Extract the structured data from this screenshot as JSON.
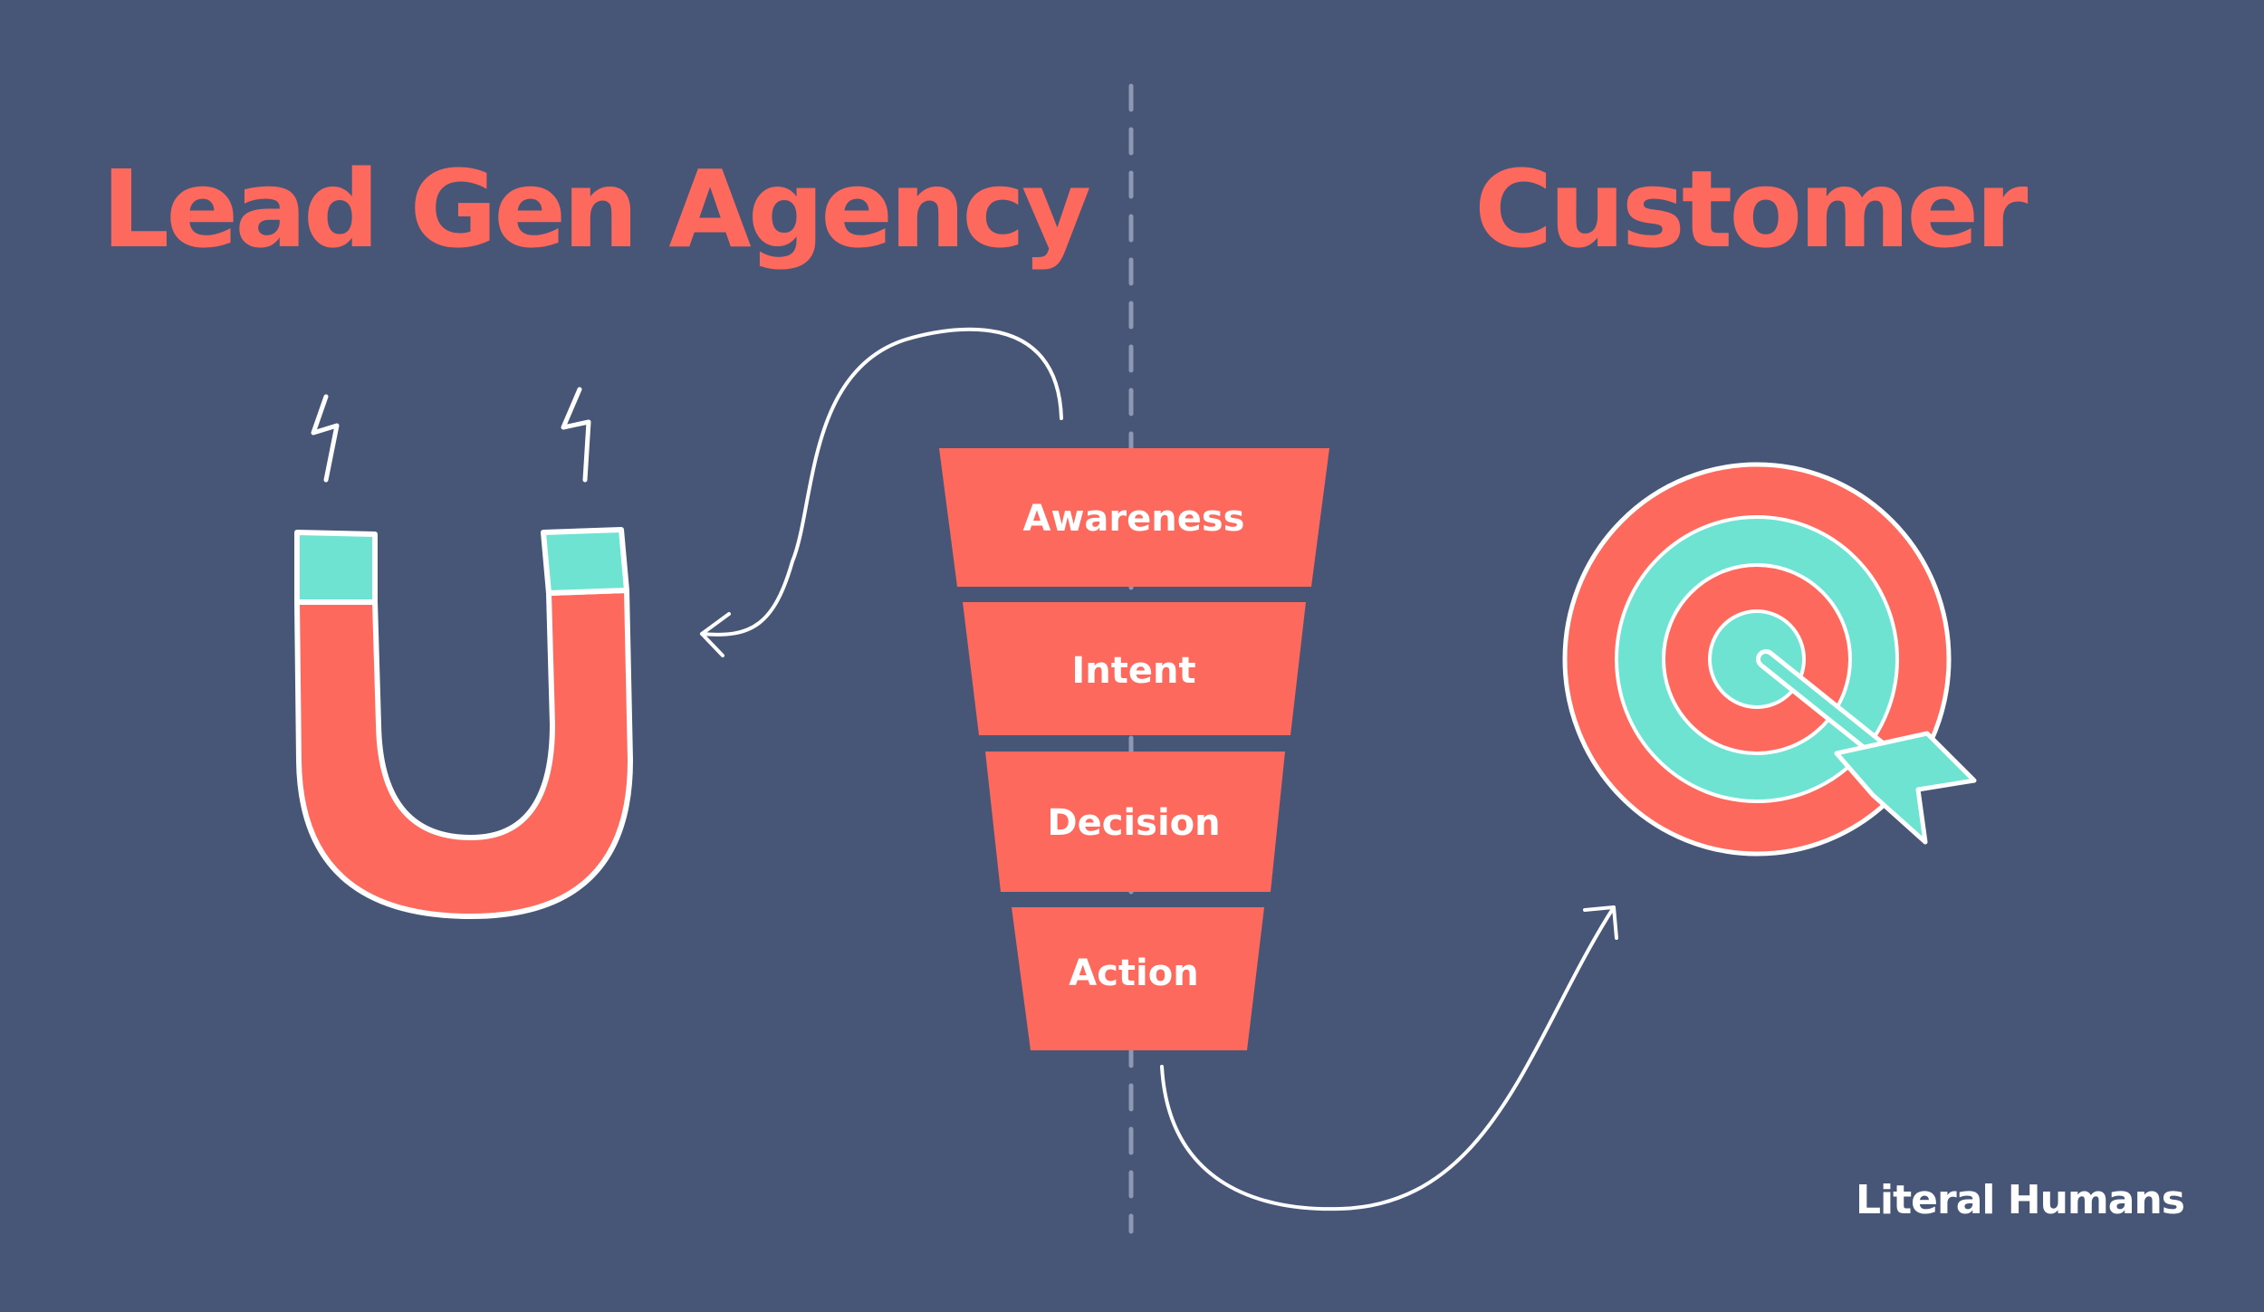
{
  "diagram": {
    "left_heading": "Lead Gen Agency",
    "right_heading": "Customer",
    "funnel_stages": [
      {
        "label": "Awareness"
      },
      {
        "label": "Intent"
      },
      {
        "label": "Decision"
      },
      {
        "label": "Action"
      }
    ],
    "brand": "Literal Humans"
  },
  "colors": {
    "background": "#475677",
    "accent_coral": "#fd695d",
    "accent_teal": "#6ee3d1",
    "outline": "#ffffff"
  },
  "icons": [
    "magnet-icon",
    "funnel-icon",
    "target-icon",
    "arrow-icon"
  ]
}
